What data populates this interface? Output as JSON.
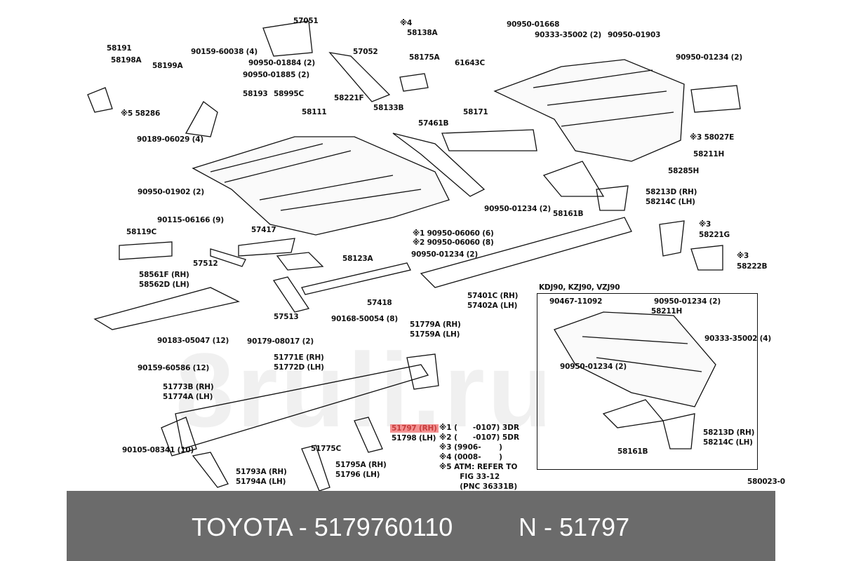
{
  "labels": [
    "57051",
    "※4",
    "58138A",
    "58191",
    "58198A",
    "58199A",
    "90159-60038 (4)",
    "90950-01884 (2)",
    "90950-01885 (2)",
    "57052",
    "58175A",
    "61643C",
    "90950-01668",
    "90333-35002 (2)",
    "90950-01903",
    "90950-01234 (2)",
    "58193",
    "58995C",
    "58111",
    "58221F",
    "58133B",
    "58171",
    "57461B",
    "※5 58286",
    "90189-06029 (4)",
    "※3 58027E",
    "58211H",
    "90950-01902 (2)",
    "58285H",
    "58213D (RH)",
    "58214C (LH)",
    "90950-01234 (2)",
    "90115-06166 (9)",
    "58161B",
    "58119C",
    "57417",
    "※1  90950-06060 (6)",
    "※2  90950-06060 (8)",
    "※3",
    "58221G",
    "57512",
    "58123A",
    "90950-01234 (2)",
    "※3",
    "58222B",
    "58561F (RH)",
    "58562D (LH)",
    "KDJ90, KZJ90, VZJ90",
    "57418",
    "57401C (RH)",
    "57402A (LH)",
    "90467-11092",
    "90950-01234 (2)",
    "58211H",
    "57513",
    "90168-50054 (8)",
    "51779A (RH)",
    "51759A (LH)",
    "90333-35002 (4)",
    "90183-05047 (12)",
    "90179-08017 (2)",
    "51771E (RH)",
    "51772D (LH)",
    "90950-01234 (2)",
    "90159-60586 (12)",
    "51773B (RH)",
    "51774A (LH)",
    "51797 (RH)",
    "51798 (LH)",
    "58213D (RH)",
    "58214C (LH)",
    "51775C",
    "58161B",
    "90105-08341 (10)",
    "51795A (RH)",
    "51796  (LH)",
    "51793A (RH)",
    "51794A (LH)",
    "580023-0"
  ],
  "notes": [
    "※1 (      -0107) 3DR",
    "※2 (      -0107) 5DR",
    "※3 (9906-       )",
    "※4 (0008-       )",
    "※5 ATM: REFER TO",
    "        FIG 33-12",
    "        (PNC 36331B)"
  ],
  "watermark": "8ruli.ru",
  "footer": {
    "left": "TOYOTA - 5179760110",
    "right": "N - 51797"
  },
  "colors": {
    "highlight": "#e86a6a",
    "footer_bg": "#6b6b6b"
  }
}
